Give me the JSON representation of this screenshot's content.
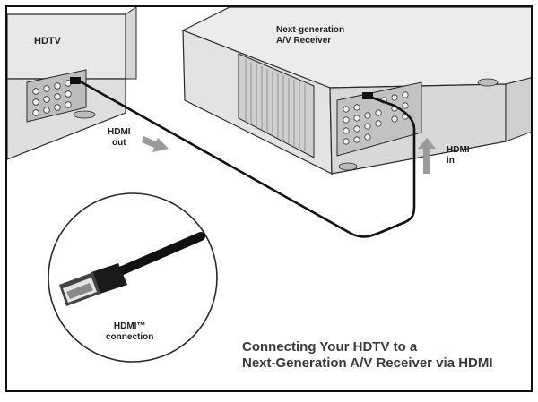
{
  "labels": {
    "hdtv": "HDTV",
    "receiver_line1": "Next-generation",
    "receiver_line2": "A/V Receiver",
    "hdmi_out_line1": "HDMI",
    "hdmi_out_line2": "out",
    "hdmi_in_line1": "HDMI",
    "hdmi_in_line2": "in",
    "connection_line1": "HDMI™",
    "connection_line2": "connection"
  },
  "caption": {
    "line1": "Connecting Your HDTV to a",
    "line2": "Next-Generation A/V Receiver via HDMI"
  },
  "colors": {
    "device_fill": "#e6e6e6",
    "device_side": "#d2d2d2",
    "outline": "#2a2a2a",
    "cable": "#111111",
    "arrow": "#9a9a9a"
  }
}
